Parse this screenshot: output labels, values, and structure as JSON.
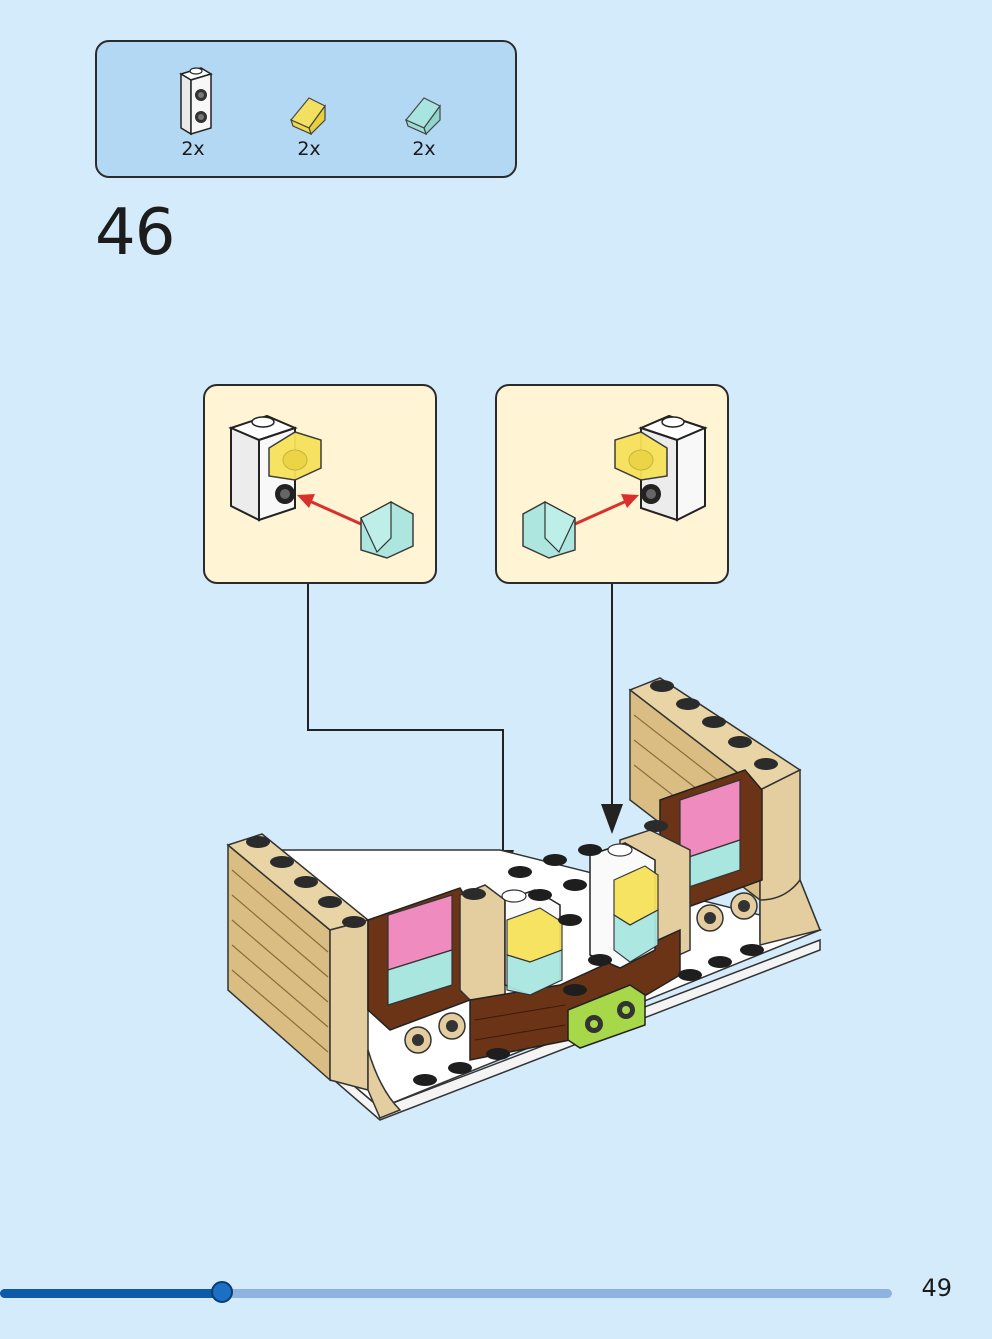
{
  "parts": [
    {
      "name": "white-brick-1x1-side-studs",
      "qty": "2x"
    },
    {
      "name": "trans-yellow-slope",
      "qty": "2x"
    },
    {
      "name": "trans-light-blue-slope",
      "qty": "2x"
    }
  ],
  "step_number": "46",
  "page_number": "49",
  "progress": 0.249,
  "colors": {
    "background": "#d4ebfb",
    "parts_box": "#b3d8f3",
    "callout": "#fff5d4",
    "tan": "#e4cd9e",
    "brown": "#6b3416",
    "trans_yellow": "#f6e25a",
    "trans_blue": "#a9e6e0",
    "trans_pink": "#f08bbf",
    "lime": "#a6d84a",
    "arrow_red": "#d9302b"
  }
}
